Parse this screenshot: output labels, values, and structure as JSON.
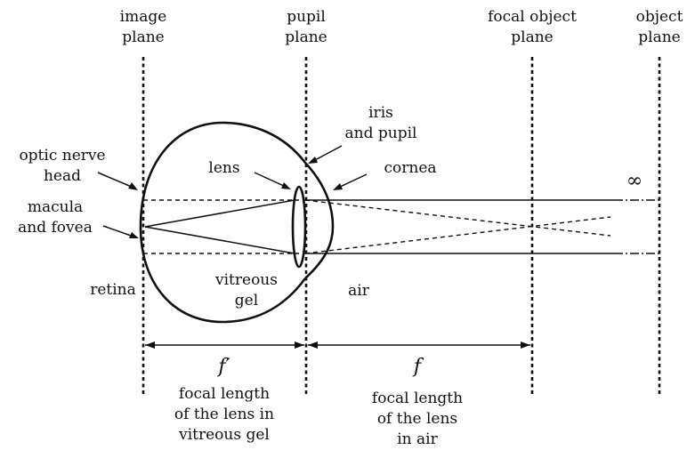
{
  "planes": {
    "image": [
      "image",
      "plane"
    ],
    "pupil": [
      "pupil",
      "plane"
    ],
    "focal_object": [
      "focal object",
      "plane"
    ],
    "object": [
      "object",
      "plane"
    ]
  },
  "labels": {
    "optic_nerve_head": [
      "optic nerve",
      "head"
    ],
    "macula_fovea": [
      "macula",
      "and fovea"
    ],
    "lens": "lens",
    "iris_pupil": [
      "iris",
      "and pupil"
    ],
    "cornea": "cornea",
    "retina": "retina",
    "vitreous_gel": [
      "vitreous",
      "gel"
    ],
    "air": "air",
    "infinity": "∞"
  },
  "dimensions": {
    "f_prime": {
      "symbol": "f′",
      "caption": [
        "focal length",
        "of the lens in",
        "vitreous gel"
      ]
    },
    "f": {
      "symbol": "f",
      "caption": [
        "focal length",
        "of the lens",
        "in air"
      ]
    }
  }
}
